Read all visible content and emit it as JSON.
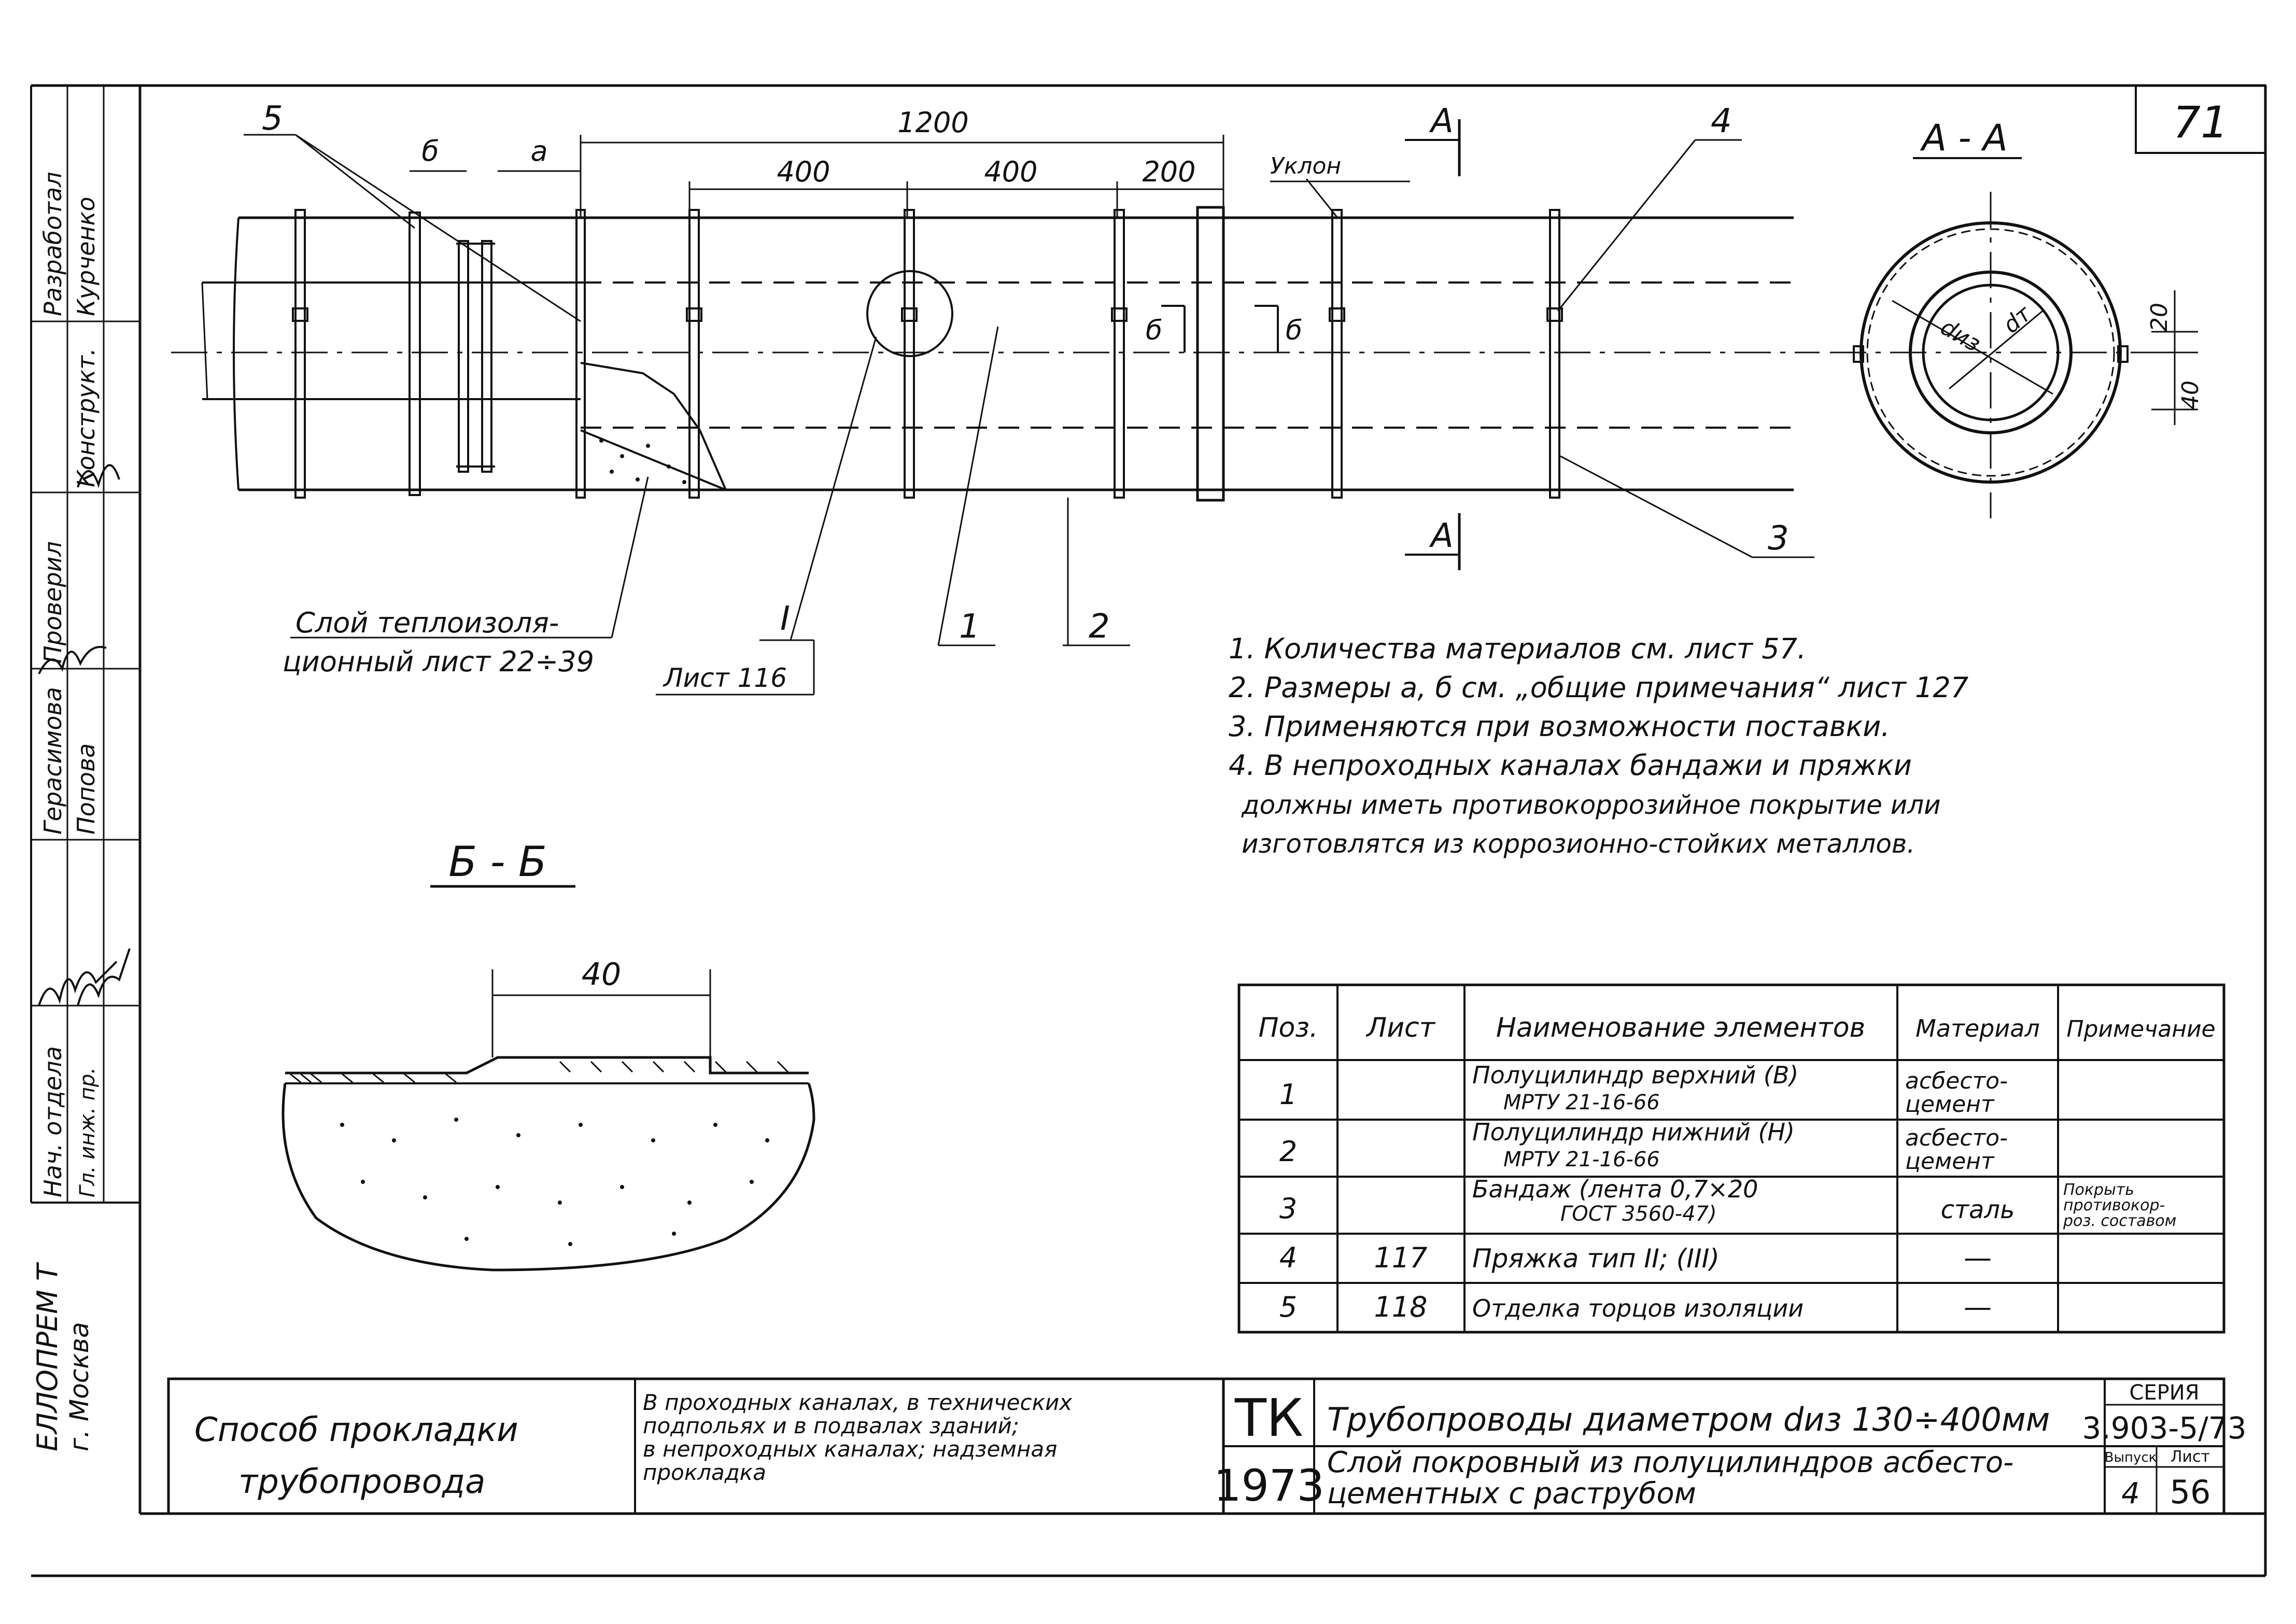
{
  "sheet_number": "71",
  "approvals": {
    "roles": [
      "Нач. отдела",
      "Гл. инж. пр.",
      "Проверил",
      "Разработал"
    ],
    "names": [
      "Герасимова",
      "Попова",
      "Конструкт.",
      "Курченко"
    ]
  },
  "side_stamp": {
    "org": "ЕЛЛОПРЕМ Т",
    "city": "г. Москва"
  },
  "main_view": {
    "callouts": {
      "c5": "5",
      "c4": "4",
      "c3": "3",
      "c1": "1",
      "c2": "2",
      "cI": "I"
    },
    "dims": {
      "b": "б",
      "a": "a",
      "total": "1200",
      "d1": "400",
      "d2": "400",
      "d3": "200"
    },
    "slope": "Уклон",
    "section_a_top": "A",
    "section_a_bottom": "A",
    "section_b_left": "б",
    "section_b_right": "б",
    "insulation_label_1": "Слой теплоизоля-",
    "insulation_label_2": "ционный лист 22÷39",
    "detail_ref": "Лист 116"
  },
  "section_aa": {
    "title": "А - А",
    "d_iz": "dиз",
    "d_t": "dт",
    "dim20": "20",
    "dim40": "40"
  },
  "section_bb": {
    "title": "Б - Б",
    "dim40": "40"
  },
  "notes": [
    "1. Количества материалов см. лист 57.",
    "2. Размеры а, б см. „общие примечания“ лист 127",
    "3. Применяются при возможности поставки.",
    "4. В непроходных каналах бандажи и пряжки",
    "должны иметь противокоррозийное покрытие или",
    "изготовлятся из коррозионно-стойких металлов."
  ],
  "spec_table": {
    "headers": [
      "Поз.",
      "Лист",
      "Наименование элементов",
      "Материал",
      "Примечание"
    ],
    "rows": [
      {
        "pos": "1",
        "sheet": "",
        "name1": "Полуцилиндр верхний (В)",
        "name2": "МРТУ 21-16-66",
        "mat1": "асбесто-",
        "mat2": "цемент",
        "note1": "",
        "note2": "",
        "note3": ""
      },
      {
        "pos": "2",
        "sheet": "",
        "name1": "Полуцилиндр нижний (Н)",
        "name2": "МРТУ 21-16-66",
        "mat1": "асбесто-",
        "mat2": "цемент",
        "note1": "",
        "note2": "",
        "note3": ""
      },
      {
        "pos": "3",
        "sheet": "",
        "name1": "Бандаж (лента 0,7×20",
        "name2": "ГОСТ 3560-47)",
        "mat1": "сталь",
        "mat2": "",
        "note1": "Покрыть",
        "note2": "противокор-",
        "note3": "роз. составом"
      },
      {
        "pos": "4",
        "sheet": "117",
        "name1": "Пряжка тип II; (III)",
        "name2": "",
        "mat1": "—",
        "mat2": "",
        "note1": "",
        "note2": "",
        "note3": ""
      },
      {
        "pos": "5",
        "sheet": "118",
        "name1": "Отделка торцов изоляции",
        "name2": "",
        "mat1": "—",
        "mat2": "",
        "note1": "",
        "note2": "",
        "note3": ""
      }
    ]
  },
  "title_block": {
    "method_1": "Способ прокладки",
    "method_2": "трубопровода",
    "desc_1": "В проходных каналах, в технических",
    "desc_2": "подпольях и в подвалах зданий;",
    "desc_3": "в непроходных каналах; надземная",
    "desc_4": "прокладка",
    "tk": "ТК",
    "year": "1973",
    "title_1": "Трубопроводы диаметром dиз 130÷400мм",
    "title_2": "Слой покровный из полуцилиндров асбесто-",
    "title_3": "цементных с раструбом",
    "series_label": "СЕРИЯ",
    "series": "3.903-5/73",
    "issue_label": "Выпуск",
    "issue": "4",
    "sheet_label": "Лист",
    "sheet": "56"
  }
}
